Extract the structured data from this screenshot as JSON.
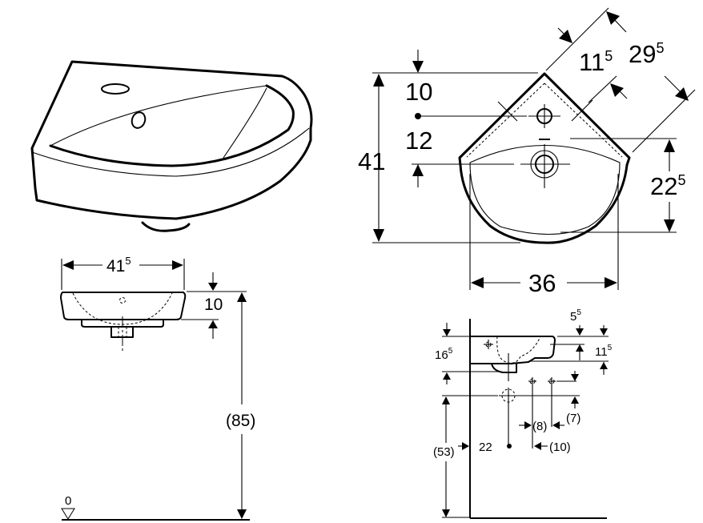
{
  "drawing": {
    "subject": "Corner washbasin technical drawing",
    "units": "cm",
    "views": {
      "perspective": {
        "label": ""
      },
      "top_view": {
        "dims": {
          "overall_depth": "41",
          "tap_hole_offset": "10",
          "tap_to_drain": "12",
          "bowl_width": "36",
          "bowl_depth_base": "22",
          "bowl_depth_sup": "5",
          "corner_to_tap_base": "11",
          "corner_to_tap_sup": "5",
          "side_length_base": "29",
          "side_length_sup": "5"
        }
      },
      "front_view": {
        "dims": {
          "width_base": "41",
          "width_sup": "5",
          "rim_height": "10",
          "mounting_height": "(85)",
          "floor_level": "0"
        }
      },
      "side_view": {
        "dims": {
          "overall_height_base": "16",
          "overall_height_sup": "5",
          "rim_offset_base": "5",
          "rim_offset_sup": "5",
          "bowl_height_base": "11",
          "bowl_height_sup": "5",
          "supply_offset": "(7)",
          "supply_spacing": "(8)",
          "supply_from_drain": "(10)",
          "drain_label": "22",
          "drain_height": "(53)"
        }
      }
    }
  }
}
